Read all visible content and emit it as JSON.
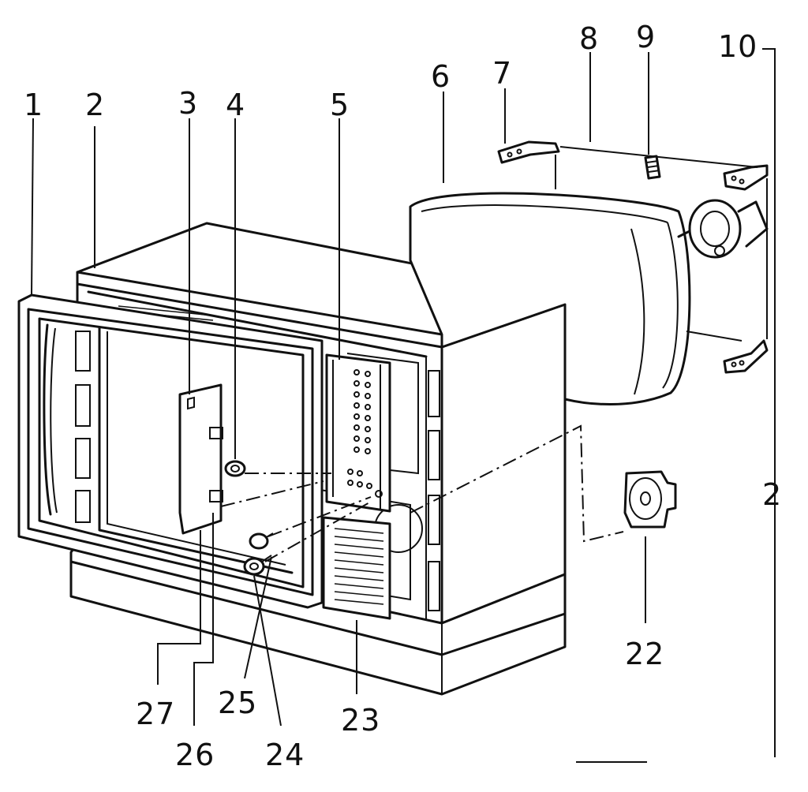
{
  "diagram": {
    "type": "exploded parts diagram",
    "callouts": [
      "1",
      "2",
      "3",
      "4",
      "5",
      "6",
      "7",
      "8",
      "9",
      "10",
      "2",
      "22",
      "23",
      "24",
      "25",
      "26",
      "27"
    ]
  }
}
